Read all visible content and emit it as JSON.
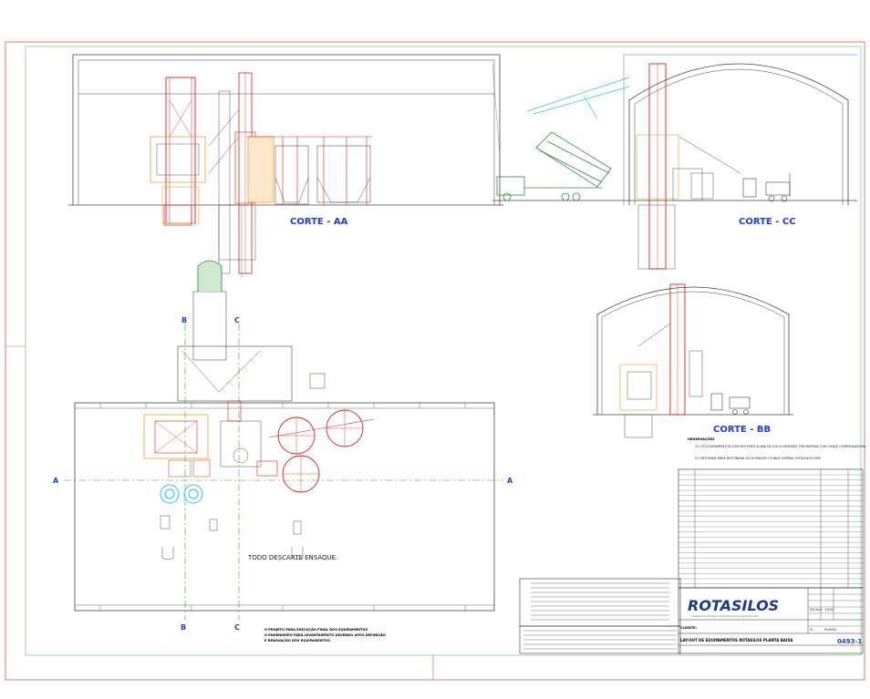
{
  "sections": {
    "corte_aa": "CORTE - AA",
    "corte_cc": "CORTE - CC",
    "corte_bb": "CORTE - BB"
  },
  "axis_markers": {
    "left_a": "A",
    "right_a": "A",
    "top_b": "B",
    "top_c": "C",
    "bottom_b": "B",
    "bottom_c": "C"
  },
  "plan": {
    "floor_note": "TODO DESCARTE ENSAQUE."
  },
  "notes": {
    "title": "OBSERVAÇÕES",
    "items": [
      "1º) OS EQUIPAMENTOS COM MOTORES ACIMA DE 5,0CV DEVERÃO TER PARTIDA COM CHAVE COMPENSADORA.",
      "2º) DESTINAR ÁREA DESTINADA AO DOSADOR / FUNDO ESPIRAL ROTASILOS SEM"
    ]
  },
  "general_notes": [
    "O PROJETO PARA EXECUÇÃO FINAL DOS EQUIPAMENTOS",
    "O ENGENHEIRO FARÁ LEVANTAMENTO DEVENDO APÓS DEFINIÇÃO",
    "E RENOVAÇÃO DOS EQUIPAMENTOS."
  ],
  "brand": {
    "name": "ROTASILOS",
    "tagline": "Instalação e Montagem de Equipamentos Agrícolas Ltda",
    "blue": "#1a3a8a",
    "green": "#2e8b3a"
  },
  "title_block": {
    "drawing_title": "LAY-OUT DE EQUIPAMENTOS ROTASILOS PLANTA BAIXA",
    "drawing_no": "0493-1",
    "scale_label": "ESCALA",
    "scale_value": "1/100",
    "sheet_label": "FL",
    "sheet_value": "PLANTA",
    "client_label": "CLIENTE:"
  },
  "colors": {
    "outline": "#7dd67d",
    "frame": "#e05a5a",
    "corte_text": "#1f3fd0",
    "red_equipment": "#e0201b",
    "orange_equipment": "#f0a030",
    "cyan_equipment": "#23c8d8",
    "green_line": "#2eaa2e"
  }
}
